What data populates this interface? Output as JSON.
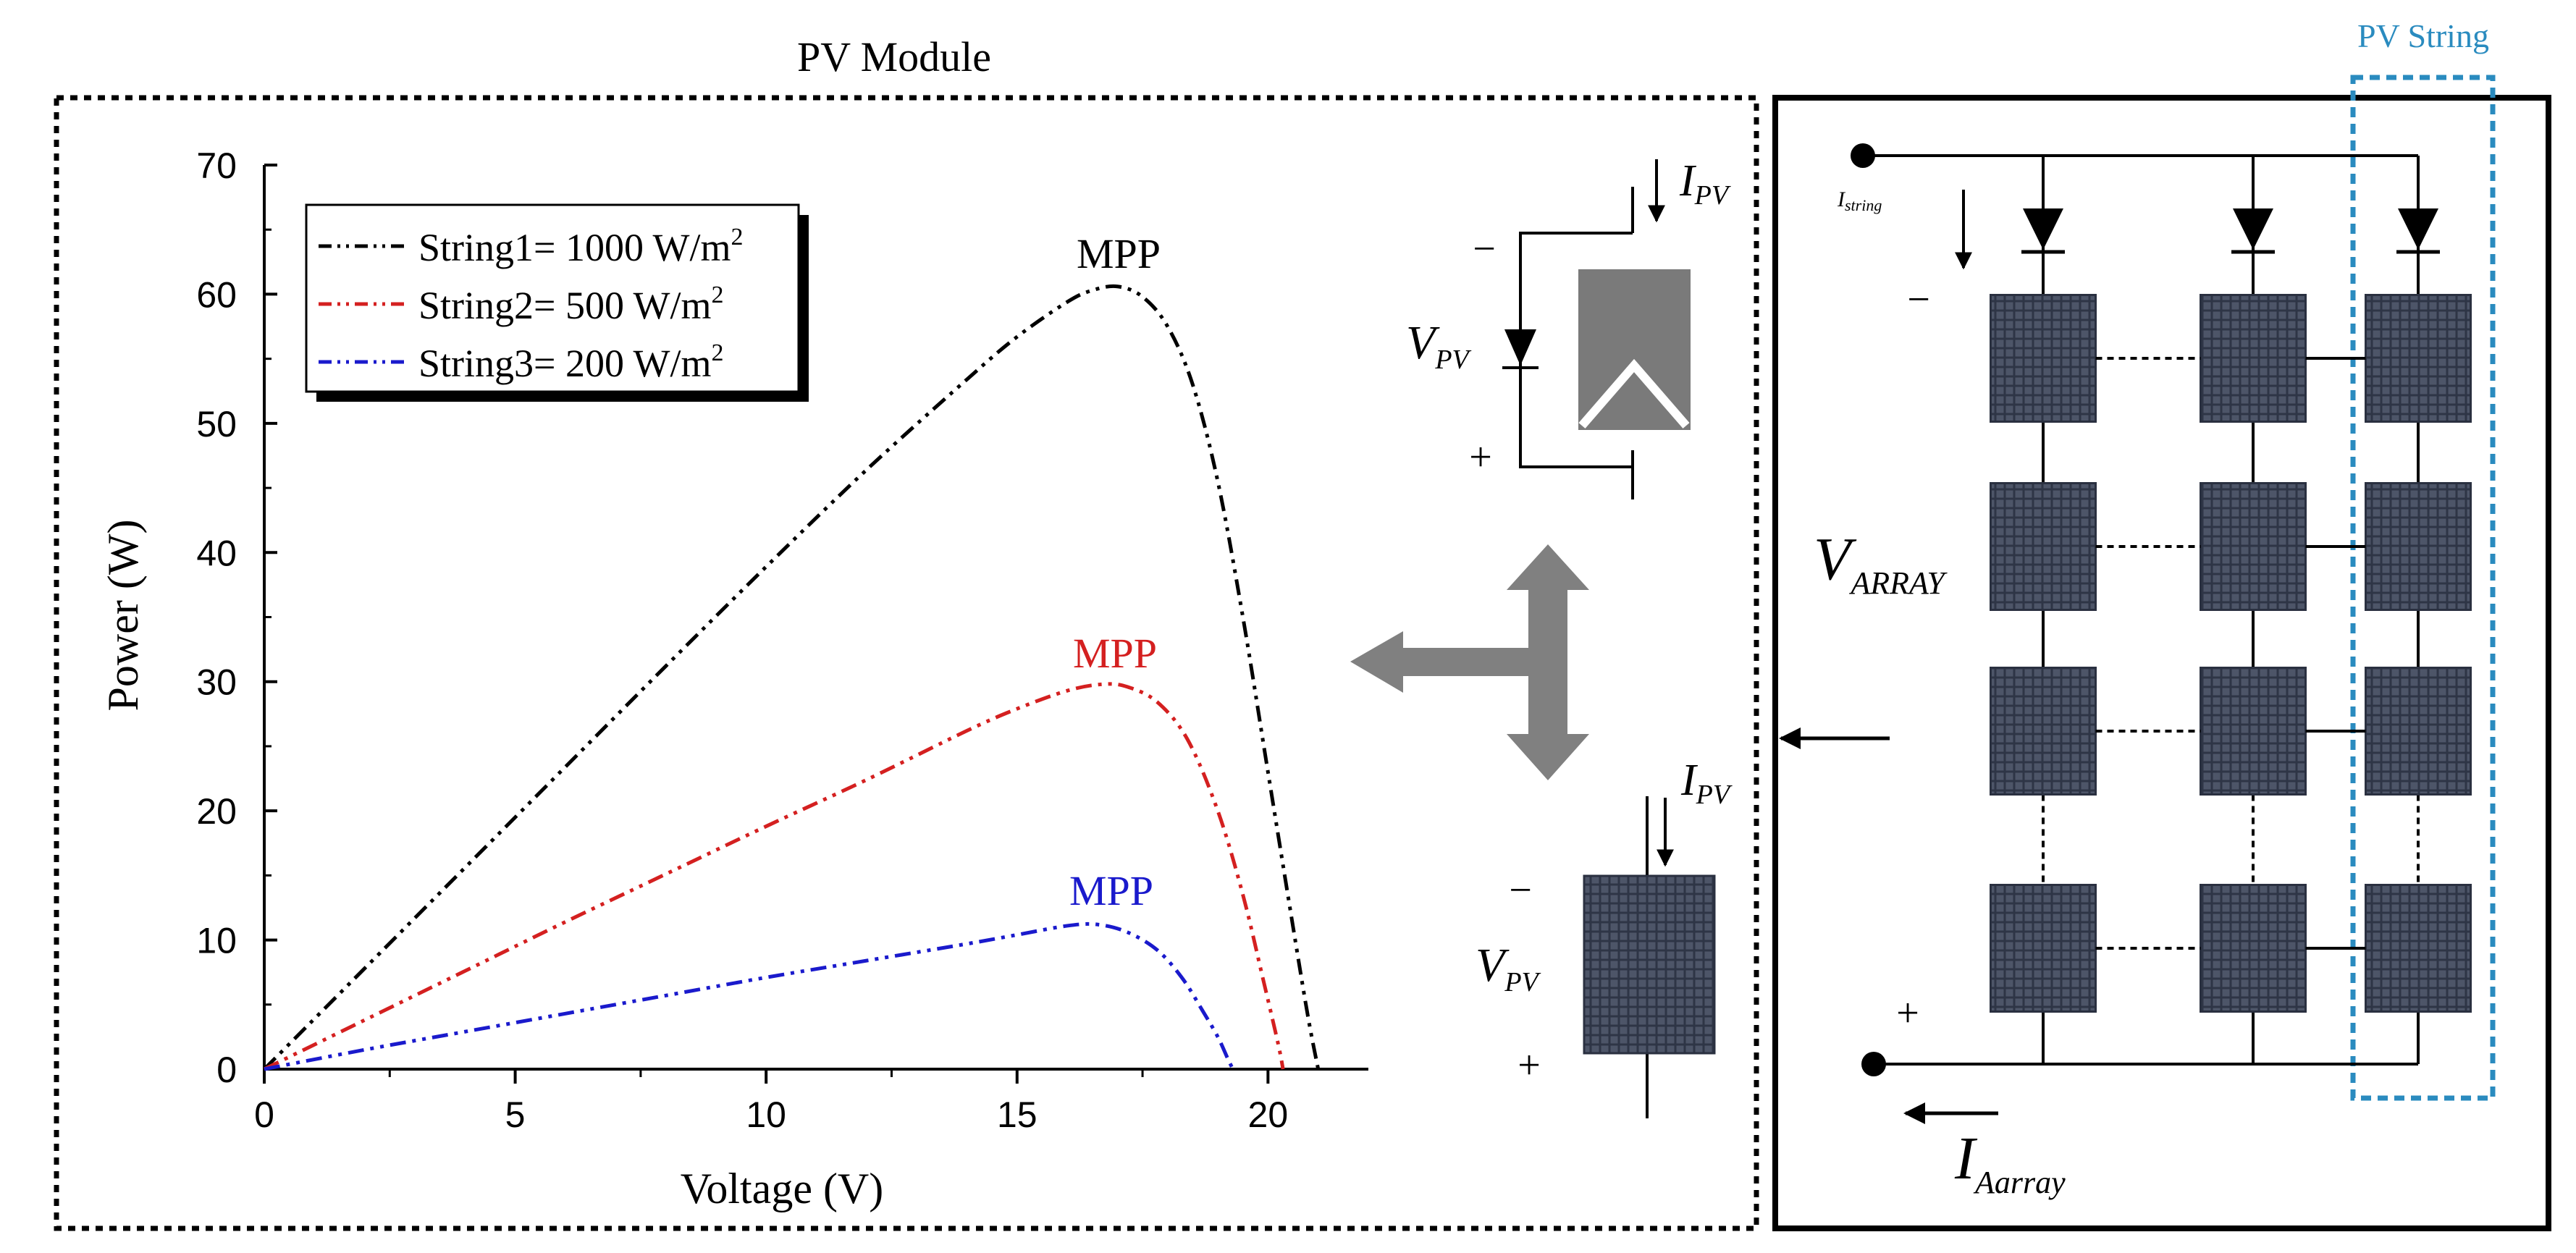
{
  "figure": {
    "pv_module_label": "PV Module",
    "pv_string_label": "PV String",
    "mpp_labels": [
      "MPP",
      "MPP",
      "MPP"
    ],
    "colors": {
      "string1": "#000000",
      "string2": "#d42020",
      "string3": "#1a1acc",
      "pv_string_box": "#2a8bbf",
      "arrow_gray": "#808080"
    }
  },
  "chart_data": {
    "type": "line",
    "title": "",
    "xlabel": "Voltage (V)",
    "ylabel": "Power (W)",
    "xlim": [
      0,
      22
    ],
    "ylim": [
      0,
      70
    ],
    "x_ticks": [
      0,
      5,
      10,
      15,
      20
    ],
    "y_ticks": [
      0,
      10,
      20,
      30,
      40,
      50,
      60,
      70
    ],
    "x_tick_labels": [
      "0",
      "5",
      "10",
      "15",
      "20"
    ],
    "y_tick_labels": [
      "0",
      "10",
      "20",
      "30",
      "40",
      "50",
      "60",
      "70"
    ],
    "grid": false,
    "legend_position": "top-left",
    "series": [
      {
        "name": "String1= 1000 W/m",
        "sup": "2",
        "color": "#000000",
        "mpp": [
          17.0,
          60.6
        ],
        "x": [
          0,
          2,
          4,
          6,
          8,
          10,
          12,
          14,
          15,
          16,
          16.5,
          17.0,
          17.5,
          18.0,
          18.5,
          19.0,
          19.5,
          20.0,
          20.5,
          20.8,
          21.0
        ],
        "y": [
          0,
          7.8,
          15.6,
          23.4,
          31.2,
          38.9,
          46.4,
          53.4,
          56.7,
          59.4,
          60.3,
          60.6,
          59.8,
          57.5,
          53.0,
          45.5,
          35.0,
          23.0,
          11.0,
          4.0,
          0
        ]
      },
      {
        "name": "String2= 500 W/m",
        "sup": "2",
        "color": "#d42020",
        "mpp": [
          16.7,
          29.8
        ],
        "x": [
          0,
          2,
          4,
          6,
          8,
          10,
          12,
          14,
          15,
          16,
          16.7,
          17.2,
          17.8,
          18.4,
          19.0,
          19.5,
          19.9,
          20.2,
          20.3
        ],
        "y": [
          0,
          3.8,
          7.6,
          11.4,
          15.1,
          18.8,
          22.4,
          26.2,
          27.9,
          29.3,
          29.8,
          29.6,
          28.4,
          25.5,
          20.0,
          13.5,
          7.0,
          2.0,
          0
        ]
      },
      {
        "name": "String3= 200 W/m",
        "sup": "2",
        "color": "#1a1acc",
        "mpp": [
          16.2,
          11.3
        ],
        "x": [
          0,
          2,
          4,
          6,
          8,
          10,
          12,
          14,
          15,
          16,
          16.6,
          17.2,
          17.8,
          18.3,
          18.7,
          19.0,
          19.2,
          19.3
        ],
        "y": [
          0,
          1.5,
          2.9,
          4.3,
          5.7,
          7.1,
          8.4,
          9.7,
          10.4,
          11.1,
          11.2,
          10.6,
          9.2,
          7.0,
          4.5,
          2.5,
          0.8,
          0
        ]
      }
    ]
  },
  "diagram": {
    "module_cell": {
      "i_label": "I",
      "i_sub": "PV",
      "v_label": "V",
      "v_sub": "PV",
      "minus": "−",
      "plus": "+"
    },
    "module_panel": {
      "i_label": "I",
      "i_sub": "PV",
      "v_label": "V",
      "v_sub": "PV",
      "minus": "−",
      "plus": "+"
    },
    "array": {
      "i_string_label": "I",
      "i_string_sub": "string",
      "v_array_label": "V",
      "v_array_sub": "ARRAY",
      "i_array_label": "I",
      "i_array_sub": "Aarray",
      "minus": "−",
      "plus": "+"
    }
  }
}
